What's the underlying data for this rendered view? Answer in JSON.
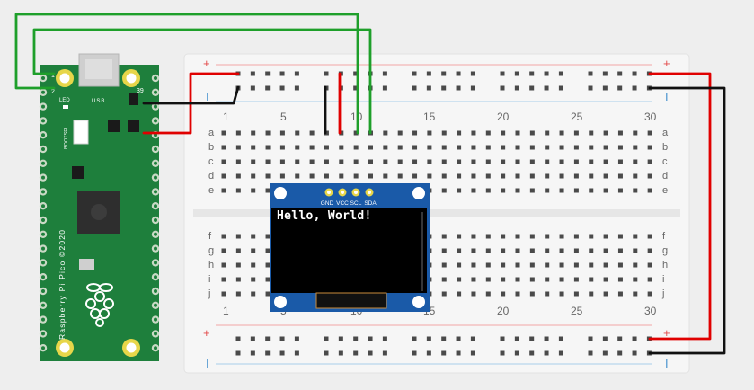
{
  "breadboard": {
    "columns_top": [
      "1",
      "5",
      "10",
      "15",
      "20",
      "25",
      "30"
    ],
    "columns_bottom": [
      "1",
      "5",
      "10",
      "15",
      "20",
      "25",
      "30"
    ],
    "rows_top": [
      "a",
      "b",
      "c",
      "d",
      "e"
    ],
    "rows_bottom": [
      "f",
      "g",
      "h",
      "i",
      "j"
    ],
    "rail_plus": "+",
    "rail_minus": "-"
  },
  "pico": {
    "board_name": "Raspberry Pi Pico ©2020",
    "usb_label": "USB",
    "led_label": "LED",
    "bootsel_label": "BOOTSEL",
    "pin_1": "1",
    "pin_2": "2",
    "pin_39": "39",
    "board_color": "#1e7f3c"
  },
  "oled": {
    "pins": [
      "GND",
      "VCC",
      "SCL",
      "SDA"
    ],
    "display_text": "Hello, World!",
    "pcb_color": "#1a5aa8"
  },
  "wire_colors": {
    "power": "#e00000",
    "ground": "#111111",
    "signal": "#1e9f2a"
  }
}
